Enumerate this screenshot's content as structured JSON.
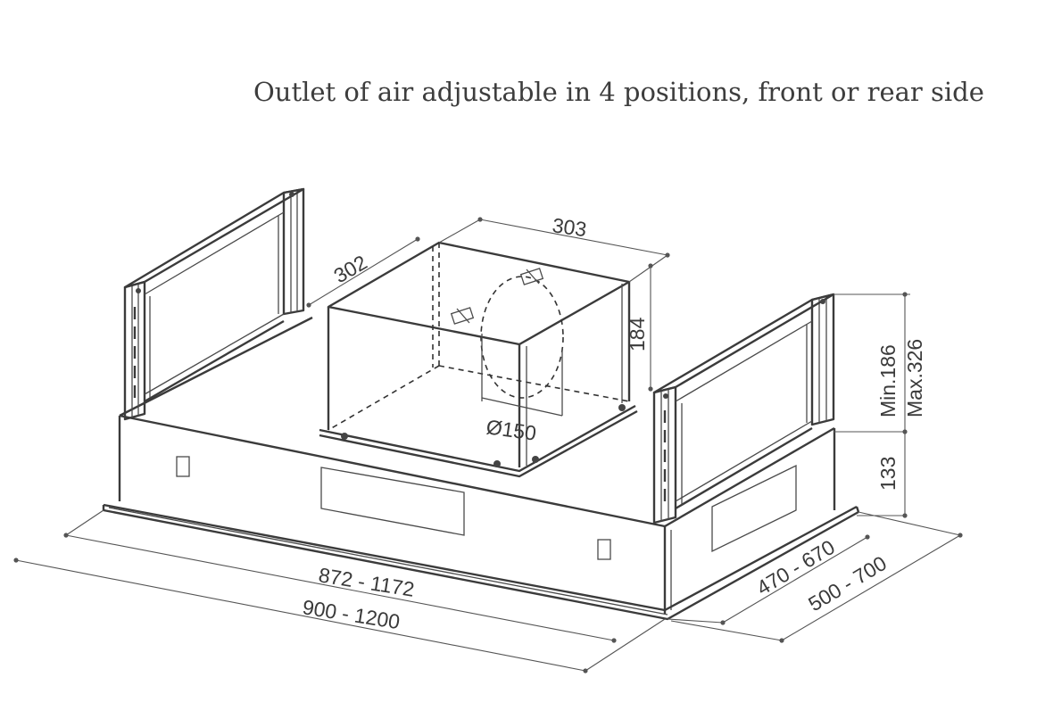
{
  "title": "Outlet of air adjustable in 4 positions, front or rear side",
  "dimensions": {
    "box_depth": "302",
    "box_width": "303",
    "box_height": "184",
    "outlet_diameter": "Ø150",
    "frame_height_min": "Min.186",
    "frame_height_max": "Max.326",
    "body_height": "133",
    "inner_width": "872 - 1172",
    "outer_width": "900 - 1200",
    "inner_depth": "470 - 670",
    "outer_depth": "500 - 700"
  }
}
